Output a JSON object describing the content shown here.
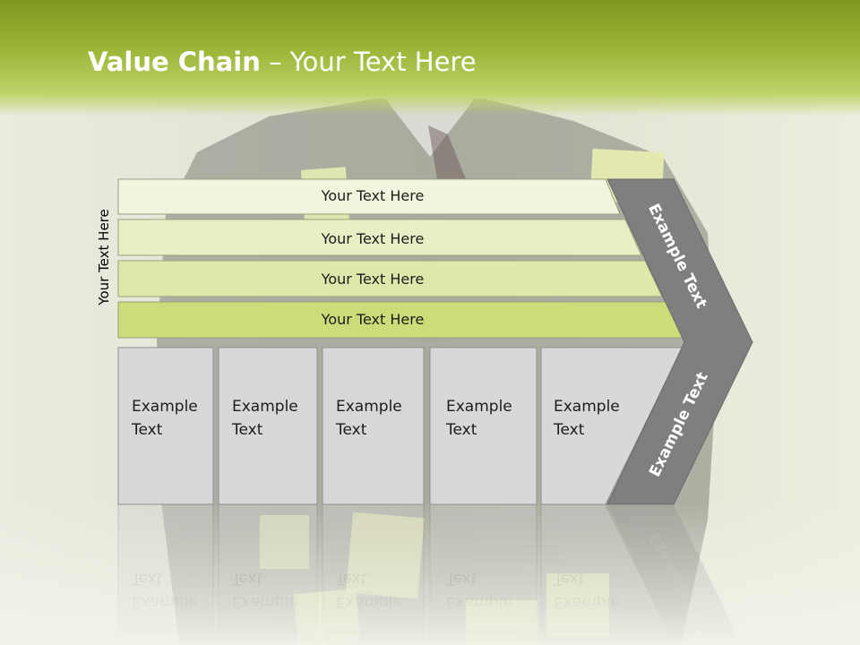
{
  "title": {
    "bold": "Value Chain",
    "rest": " – Your Text Here"
  },
  "side_label": "Your Text Here",
  "bars": [
    {
      "label": "Your Text Here",
      "color": "#f1f5dd"
    },
    {
      "label": "Your Text Here",
      "color": "#e7efc4"
    },
    {
      "label": "Your Text Here",
      "color": "#dde9aa"
    },
    {
      "label": "Your Text Here",
      "color": "#cbdc78"
    }
  ],
  "boxes": [
    {
      "line1": "Example",
      "line2": "Text"
    },
    {
      "line1": "Example",
      "line2": "Text"
    },
    {
      "line1": "Example",
      "line2": "Text"
    },
    {
      "line1": "Example",
      "line2": "Text"
    },
    {
      "line1": "Example",
      "line2": "Text"
    }
  ],
  "arrow": {
    "upper_text": "Example Text",
    "lower_text": "Example Text"
  },
  "colors": {
    "header_green": "#8fac2c",
    "box_fill": "#d8d8d8",
    "arrow_fill": "#7f7f7f",
    "note_yellow": "#e8eeb0",
    "suit_gray": "#7d8077"
  }
}
